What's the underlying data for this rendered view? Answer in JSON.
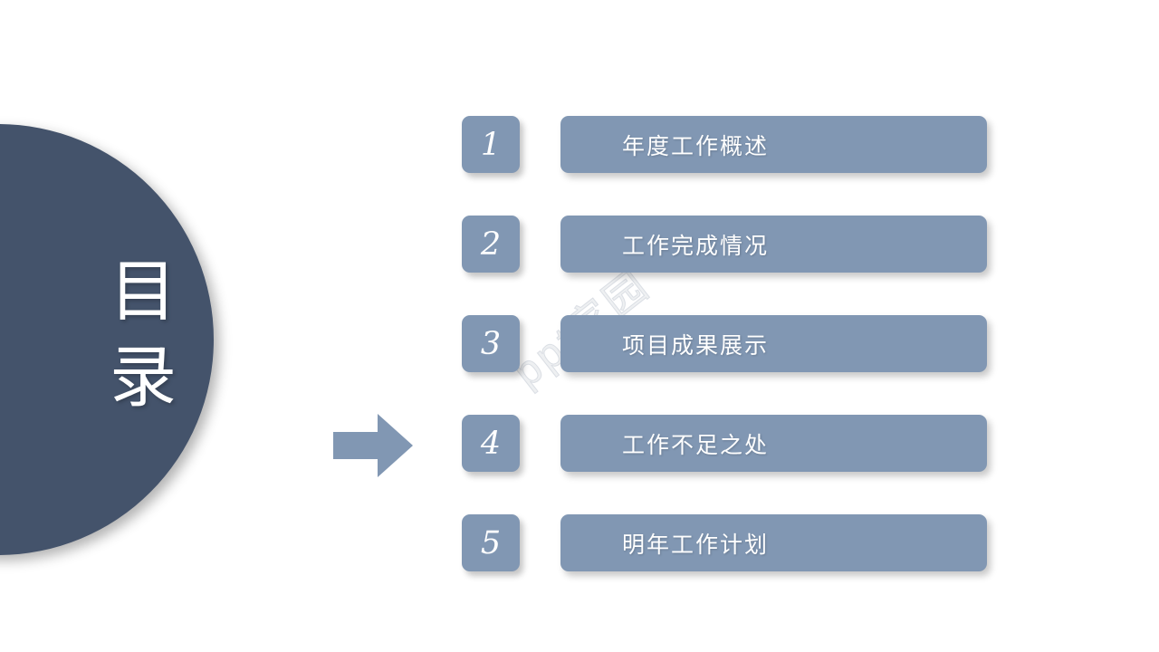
{
  "slide": {
    "title_circle": {
      "text": "目录",
      "characters": [
        "目",
        "录"
      ],
      "color": "#44536b",
      "text_color": "#ffffff"
    },
    "arrow": {
      "icon": "arrow-right-icon",
      "color": "#8197b3"
    },
    "accent_color": "#8197b3",
    "dark_color": "#44536b",
    "watermark": "ppt家园",
    "agenda": [
      {
        "number": "1",
        "label": "年度工作概述"
      },
      {
        "number": "2",
        "label": "工作完成情况"
      },
      {
        "number": "3",
        "label": "项目成果展示"
      },
      {
        "number": "4",
        "label": "工作不足之处"
      },
      {
        "number": "5",
        "label": "明年工作计划"
      }
    ]
  }
}
